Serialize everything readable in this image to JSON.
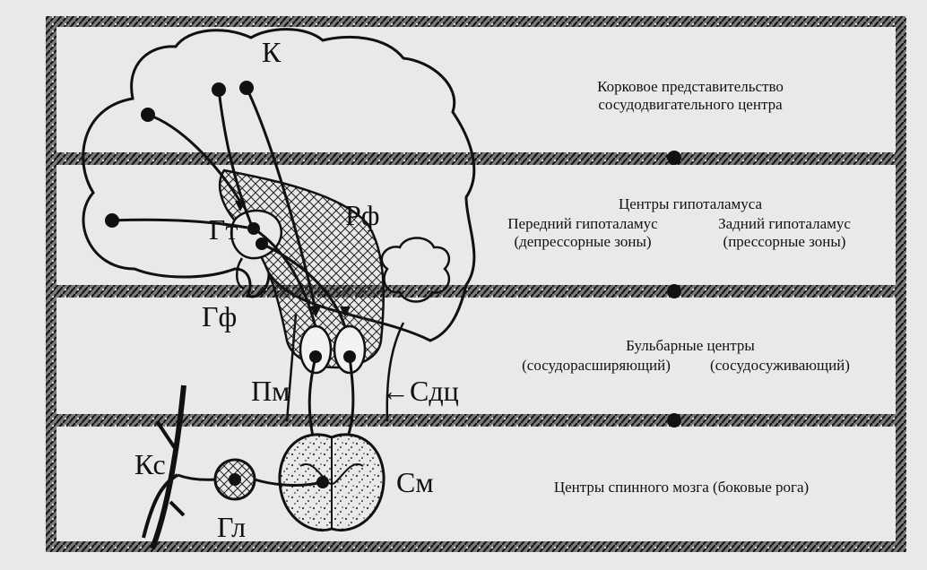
{
  "diagram": {
    "parts": {
      "k": "К",
      "rf": "Рф",
      "gt": "Гт",
      "gf": "Гф",
      "pm": "Пм",
      "sdc": "←Сдц",
      "ks": "Кс",
      "gl": "Гл",
      "sm": "См"
    },
    "levels": {
      "cortex": {
        "line1": "Корковое представительство",
        "line2": "сосудодвигательного центра"
      },
      "hypothalamus": {
        "title": "Центры гипоталамуса",
        "anterior": "Передний гипоталамус",
        "anterior_note": "(депрессорные зоны)",
        "posterior": "Задний гипоталамус",
        "posterior_note": "(прессорные зоны)"
      },
      "bulbar": {
        "title": "Бульбарные центры",
        "left_note": "(сосудорасширяющий)",
        "right_note": "(сосудосуживающий)"
      },
      "spinal": {
        "title": "Центры спинного мозга (боковые рога)"
      }
    }
  }
}
